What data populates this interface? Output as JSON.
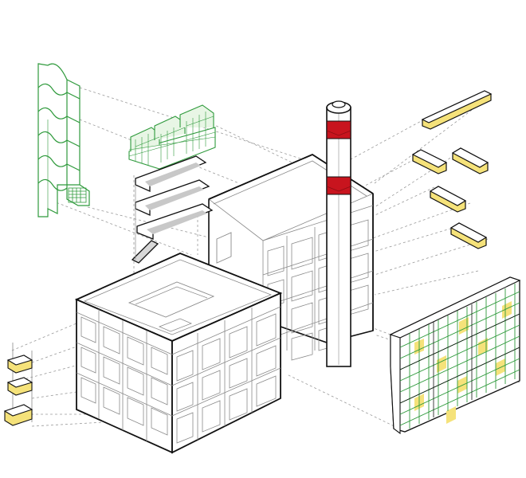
{
  "diagram": {
    "type": "exploded-axonometric",
    "colors": {
      "outline": "#111111",
      "line_light": "#8a8a8a",
      "guide_dash": "#9a9a9a",
      "green": "#2f9a3c",
      "green_light": "#9fd49a",
      "yellow": "#f5e27a",
      "yellow_stroke": "#c9a800",
      "red": "#c8141e",
      "white": "#ffffff"
    },
    "components": [
      {
        "id": "main-building",
        "icon": "building-volume"
      },
      {
        "id": "chimney",
        "icon": "chimney-with-red-bands"
      },
      {
        "id": "green-tower",
        "icon": "green-facade-tower"
      },
      {
        "id": "sawtooth-roof",
        "icon": "green-sawtooth-skylights"
      },
      {
        "id": "stair-flights",
        "icon": "stair-flights"
      },
      {
        "id": "yellow-trays",
        "icon": "yellow-planter-trays"
      },
      {
        "id": "yellow-balconies",
        "icon": "yellow-balcony-stack"
      },
      {
        "id": "green-facade-panel",
        "icon": "green-grid-facade"
      }
    ]
  }
}
